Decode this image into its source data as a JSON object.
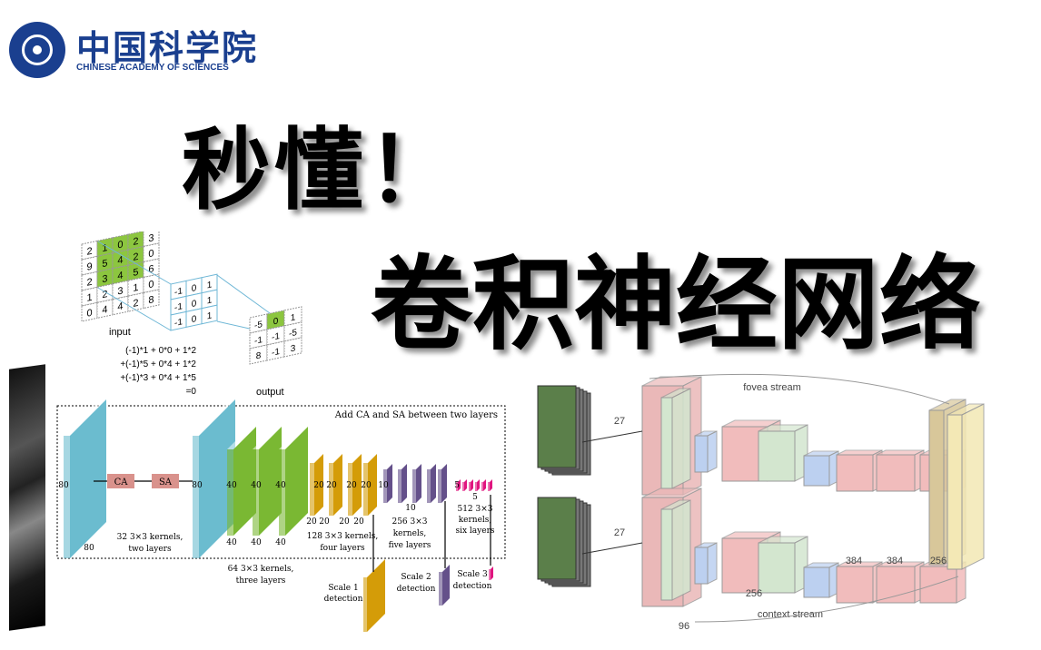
{
  "logo": {
    "cn": "中国科学院",
    "en": "CHINESE ACADEMY OF SCIENCES"
  },
  "title": {
    "line1": "秒懂！",
    "line2": "卷积神经网络"
  },
  "conv_example": {
    "input": [
      [
        2,
        1,
        0,
        2,
        3
      ],
      [
        9,
        5,
        4,
        2,
        0
      ],
      [
        2,
        3,
        4,
        5,
        6
      ],
      [
        1,
        2,
        3,
        1,
        0
      ],
      [
        0,
        4,
        4,
        2,
        8
      ]
    ],
    "kernel": [
      [
        -1,
        0,
        1
      ],
      [
        -1,
        0,
        1
      ],
      [
        -1,
        0,
        1
      ]
    ],
    "output": [
      [
        -5,
        0,
        1
      ],
      [
        -1,
        -1,
        -5
      ],
      [
        8,
        -1,
        3
      ]
    ],
    "input_label": "input",
    "output_label": "output",
    "formula": [
      "(-1)*1 + 0*0 + 1*2",
      "+(-1)*5 + 0*4 + 1*2",
      "+(-1)*3 + 0*4 + 1*5",
      "=0"
    ],
    "colors": {
      "highlight": "#8cc63f",
      "lines": "#6fb7d6"
    }
  },
  "network": {
    "box_title": "Add CA and SA between two layers",
    "ca": "CA",
    "sa": "SA",
    "dims": {
      "d80": "80",
      "d40": "40",
      "d20": "20",
      "d10": "10",
      "d5": "5"
    },
    "groups": [
      "32 3×3 kernels,",
      "two layers",
      "64 3×3 kernels,",
      "three layers",
      "128 3×3 kernels,",
      "four layers",
      "256 3×3",
      "kernels,",
      "five layers",
      "512 3×3",
      "kernels,",
      "six layers"
    ],
    "scales": [
      "Scale 1",
      "Scale 2",
      "Scale 3",
      "detection"
    ],
    "colors": {
      "blue": "#6bbccf",
      "green": "#7ab833",
      "yellow": "#d49c08",
      "purple": "#64508a",
      "pink": "#e0157f",
      "ca": "#d9928c"
    }
  },
  "two_stream": {
    "fovea": "fovea stream",
    "context": "context stream",
    "dims": [
      "27",
      "27",
      "256",
      "384",
      "384",
      "256",
      "96",
      "256"
    ]
  }
}
